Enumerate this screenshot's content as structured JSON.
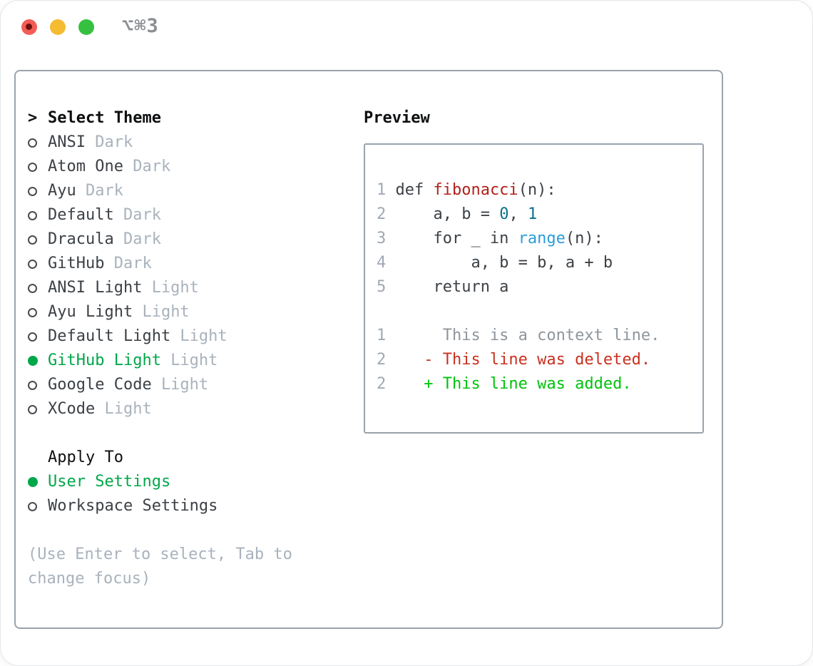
{
  "window": {
    "title": "⌥⌘3",
    "traffic_lights": [
      "close",
      "minimize",
      "zoom"
    ]
  },
  "left": {
    "prompt": ">",
    "title": "Select Theme",
    "themes": [
      {
        "name": "ANSI",
        "category": "Dark",
        "selected": false
      },
      {
        "name": "Atom One",
        "category": "Dark",
        "selected": false
      },
      {
        "name": "Ayu",
        "category": "Dark",
        "selected": false
      },
      {
        "name": "Default",
        "category": "Dark",
        "selected": false
      },
      {
        "name": "Dracula",
        "category": "Dark",
        "selected": false
      },
      {
        "name": "GitHub",
        "category": "Dark",
        "selected": false
      },
      {
        "name": "ANSI Light",
        "category": "Light",
        "selected": false
      },
      {
        "name": "Ayu Light",
        "category": "Light",
        "selected": false
      },
      {
        "name": "Default Light",
        "category": "Light",
        "selected": false
      },
      {
        "name": "GitHub Light",
        "category": "Light",
        "selected": true
      },
      {
        "name": "Google Code",
        "category": "Light",
        "selected": false
      },
      {
        "name": "XCode",
        "category": "Light",
        "selected": false
      }
    ],
    "apply_title": "Apply To",
    "apply_options": [
      {
        "label": "User Settings",
        "selected": true
      },
      {
        "label": "Workspace Settings",
        "selected": false
      }
    ],
    "help": "(Use Enter to select, Tab to change focus)"
  },
  "right": {
    "title": "Preview",
    "preview_lines": [
      {
        "no": "1",
        "segments": [
          {
            "text": "def ",
            "cls": "code"
          },
          {
            "text": "fibonacci",
            "cls": "func"
          },
          {
            "text": "(n):",
            "cls": "code"
          }
        ]
      },
      {
        "no": "2",
        "segments": [
          {
            "text": "    a, b = ",
            "cls": "code"
          },
          {
            "text": "0",
            "cls": "num"
          },
          {
            "text": ", ",
            "cls": "code"
          },
          {
            "text": "1",
            "cls": "num"
          }
        ]
      },
      {
        "no": "3",
        "segments": [
          {
            "text": "    for _ in ",
            "cls": "code"
          },
          {
            "text": "range",
            "cls": "call"
          },
          {
            "text": "(n):",
            "cls": "code"
          }
        ]
      },
      {
        "no": "4",
        "segments": [
          {
            "text": "        a, b = b, a + b",
            "cls": "code"
          }
        ]
      },
      {
        "no": "5",
        "segments": [
          {
            "text": "    return a",
            "cls": "code"
          }
        ]
      },
      {
        "no": "",
        "segments": []
      },
      {
        "no": "1",
        "segments": [
          {
            "text": "     This is a context line.",
            "cls": "context"
          }
        ]
      },
      {
        "no": "2",
        "segments": [
          {
            "text": "   - This line was deleted.",
            "cls": "deleted"
          }
        ]
      },
      {
        "no": "2",
        "segments": [
          {
            "text": "   + This line was added.",
            "cls": "added"
          }
        ]
      }
    ]
  },
  "colors": {
    "accent_green": "#00a74a",
    "added_green": "#00c30d",
    "deleted_red": "#c9301f",
    "function_red": "#b0211a",
    "number_teal": "#0b7285",
    "builtin_blue": "#2b9dd9",
    "text_dark": "#3c4146",
    "heading_black": "#0d0f11",
    "muted_gray": "#a9b2bc",
    "context_gray": "#8f969d",
    "lineno_gray": "#9fa9b3",
    "border_gray": "#9aa3ac",
    "title_gray": "#8b8e92",
    "traffic_red": "#f25c54",
    "traffic_yellow": "#f5bb31",
    "traffic_green": "#35c13f"
  }
}
